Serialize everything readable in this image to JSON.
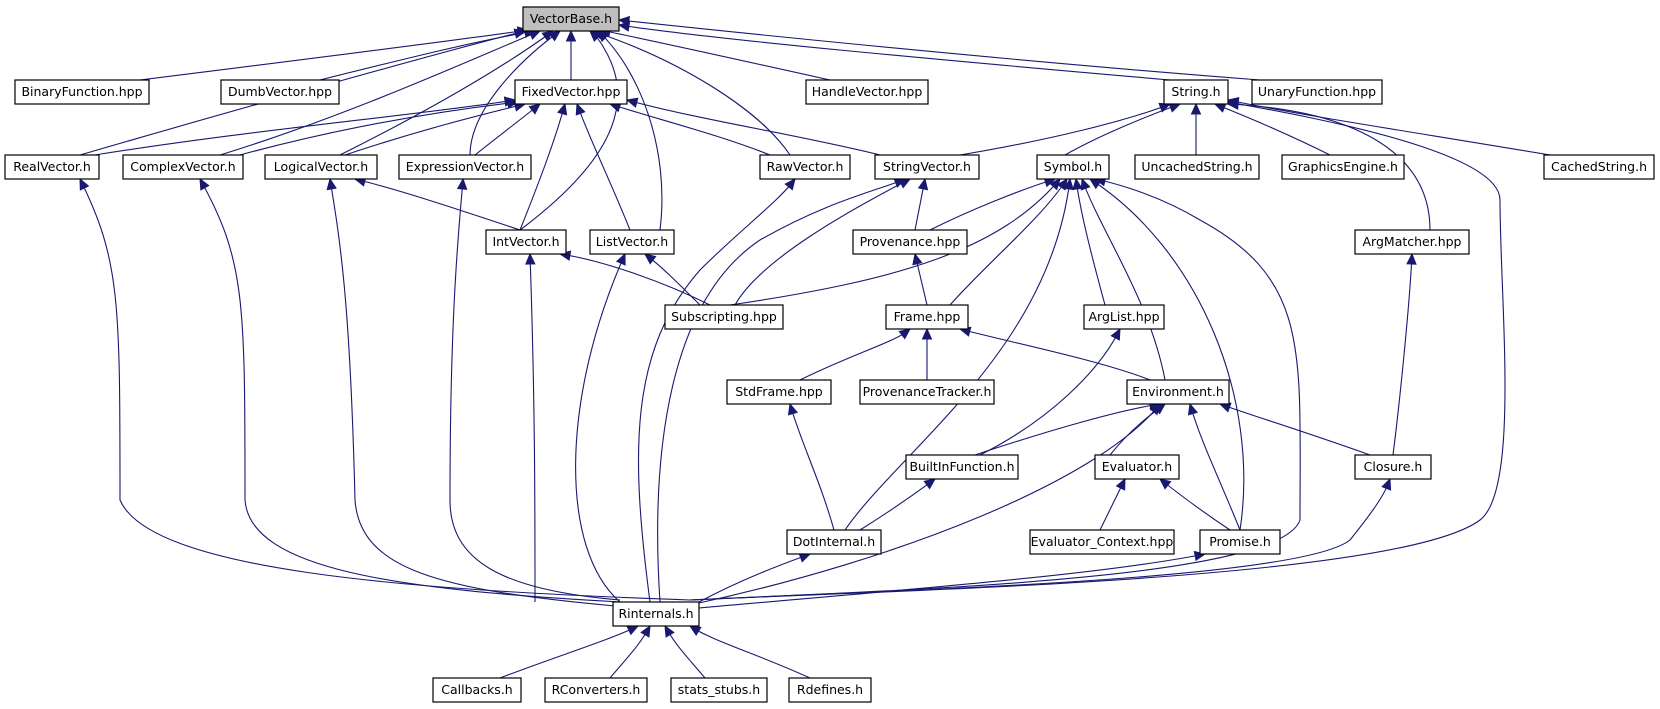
{
  "colors": {
    "edge": "#191970",
    "node_border": "#000000",
    "root_fill": "#bfbfbf",
    "node_fill": "#ffffff"
  },
  "nodes": {
    "VectorBase": "VectorBase.h",
    "BinaryFunction": "BinaryFunction.hpp",
    "DumbVector": "DumbVector.hpp",
    "FixedVector": "FixedVector.hpp",
    "HandleVector": "HandleVector.hpp",
    "String": "String.h",
    "UnaryFunction": "UnaryFunction.hpp",
    "RealVector": "RealVector.h",
    "ComplexVector": "ComplexVector.h",
    "LogicalVector": "LogicalVector.h",
    "ExpressionVector": "ExpressionVector.h",
    "RawVector": "RawVector.h",
    "StringVector": "StringVector.h",
    "Symbol": "Symbol.h",
    "UncachedString": "UncachedString.h",
    "GraphicsEngine": "GraphicsEngine.h",
    "CachedString": "CachedString.h",
    "IntVector": "IntVector.h",
    "ListVector": "ListVector.h",
    "Provenance": "Provenance.hpp",
    "ArgMatcher": "ArgMatcher.hpp",
    "Subscripting": "Subscripting.hpp",
    "Frame": "Frame.hpp",
    "ArgList": "ArgList.hpp",
    "StdFrame": "StdFrame.hpp",
    "ProvenanceTracker": "ProvenanceTracker.h",
    "Environment": "Environment.h",
    "BuiltInFunction": "BuiltInFunction.h",
    "Evaluator": "Evaluator.h",
    "Closure": "Closure.h",
    "DotInternal": "DotInternal.h",
    "EvaluatorContext": "Evaluator_Context.hpp",
    "Promise": "Promise.h",
    "Rinternals": "Rinternals.h",
    "Callbacks": "Callbacks.h",
    "RConverters": "RConverters.h",
    "StatsStubs": "stats_stubs.h",
    "Rdefines": "Rdefines.h"
  }
}
